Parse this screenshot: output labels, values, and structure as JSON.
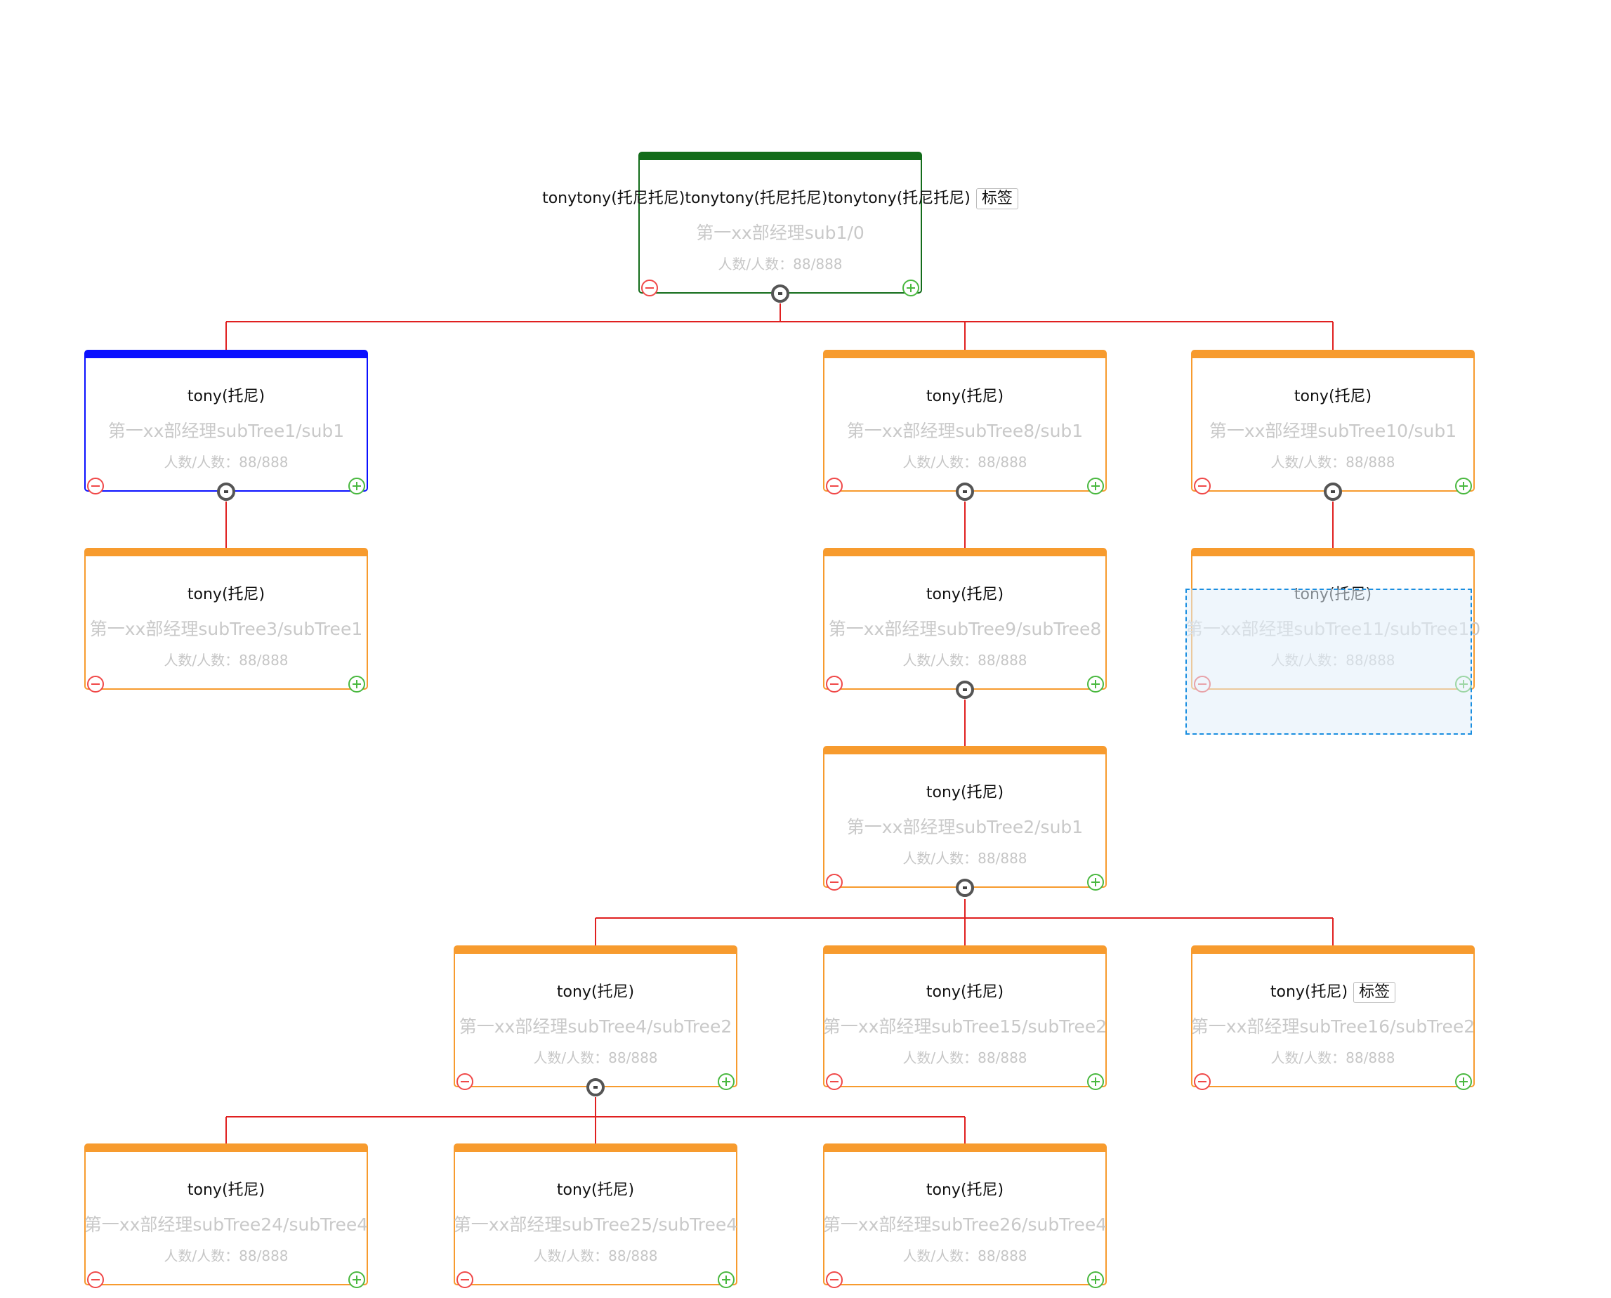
{
  "colors": {
    "root_border": "#136c1a",
    "selected_border": "#0a10ff",
    "node_border": "#f79b2e",
    "connector": "#e02020",
    "remove_button": "#f04848",
    "add_button": "#49b83f",
    "drag_outline": "#1a8ee0"
  },
  "tree": {
    "nodes": [
      {
        "id": "root",
        "name": "tonytony(托尼托尼)tonytony(托尼托尼)tonytony(托尼托尼)",
        "tag": "标签",
        "title": "第一xx部经理sub1/0",
        "count": "人数/人数：88/888"
      },
      {
        "id": "subTree1",
        "name": "tony(托尼)",
        "title": "第一xx部经理subTree1/sub1",
        "count": "人数/人数：88/888"
      },
      {
        "id": "subTree8",
        "name": "tony(托尼)",
        "title": "第一xx部经理subTree8/sub1",
        "count": "人数/人数：88/888"
      },
      {
        "id": "subTree10",
        "name": "tony(托尼)",
        "title": "第一xx部经理subTree10/sub1",
        "count": "人数/人数：88/888"
      },
      {
        "id": "subTree3",
        "name": "tony(托尼)",
        "title": "第一xx部经理subTree3/subTree1",
        "count": "人数/人数：88/888"
      },
      {
        "id": "subTree9",
        "name": "tony(托尼)",
        "title": "第一xx部经理subTree9/subTree8",
        "count": "人数/人数：88/888"
      },
      {
        "id": "subTree11",
        "name": "tony(托尼)",
        "title": "第一xx部经理subTree11/subTree10",
        "count": "人数/人数：88/888"
      },
      {
        "id": "subTree2",
        "name": "tony(托尼)",
        "title": "第一xx部经理subTree2/sub1",
        "count": "人数/人数：88/888"
      },
      {
        "id": "subTree4",
        "name": "tony(托尼)",
        "title": "第一xx部经理subTree4/subTree2",
        "count": "人数/人数：88/888"
      },
      {
        "id": "subTree15",
        "name": "tony(托尼)",
        "title": "第一xx部经理subTree15/subTree2",
        "count": "人数/人数：88/888"
      },
      {
        "id": "subTree16",
        "name": "tony(托尼)",
        "tag": "标签",
        "title": "第一xx部经理subTree16/subTree2",
        "count": "人数/人数：88/888"
      },
      {
        "id": "subTree24",
        "name": "tony(托尼)",
        "title": "第一xx部经理subTree24/subTree4",
        "count": "人数/人数：88/888"
      },
      {
        "id": "subTree25",
        "name": "tony(托尼)",
        "title": "第一xx部经理subTree25/subTree4",
        "count": "人数/人数：88/888"
      },
      {
        "id": "subTree26",
        "name": "tony(托尼)",
        "title": "第一xx部经理subTree26/subTree4",
        "count": "人数/人数：88/888"
      }
    ]
  }
}
